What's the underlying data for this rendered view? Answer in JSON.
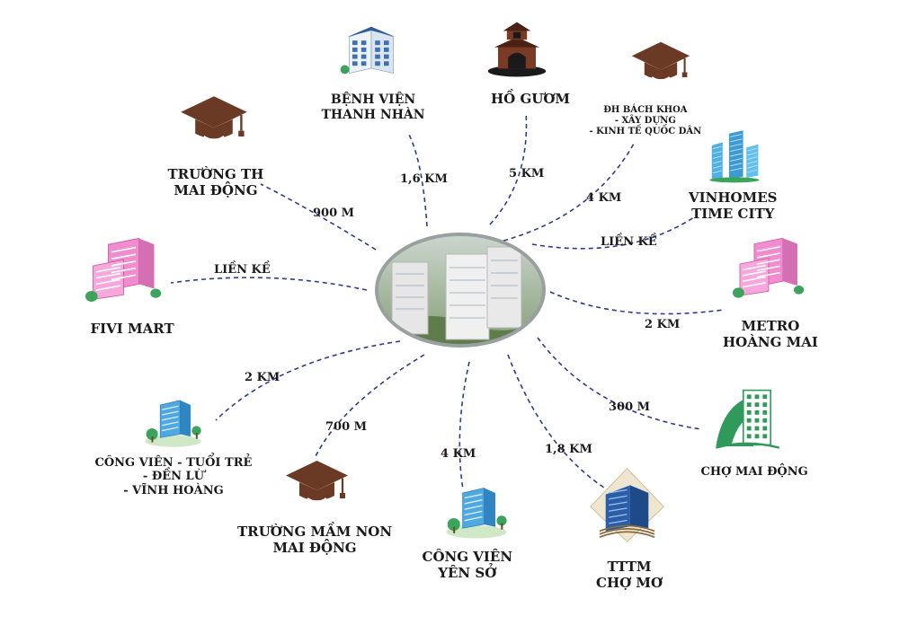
{
  "colors": {
    "connector": "#2f3a8f",
    "cap": "#6b3a24",
    "pink": "#f08ccf",
    "blue": "#4fa8e0",
    "green": "#3aa55a"
  },
  "places": [
    {
      "id": "benh-vien",
      "icon": "hospital-building-icon",
      "lines": [
        "BỆNH VIỆN",
        "THANH NHÀN"
      ],
      "distance": "1,6 KM"
    },
    {
      "id": "ho-guom",
      "icon": "temple-icon",
      "lines": [
        "HỒ GƯƠM"
      ],
      "distance": "5 KM"
    },
    {
      "id": "dh-bach-khoa",
      "icon": "graduation-cap-icon",
      "lines": [
        "ĐH BÁCH KHOA",
        "- XÂY DỰNG",
        "- KINH TẾ QUỐC DÂN"
      ],
      "distance": "4 KM"
    },
    {
      "id": "vinhomes",
      "icon": "skyscraper-icon",
      "lines": [
        "VINHOMES",
        "TIME CITY"
      ],
      "distance": "LIỀN KỀ"
    },
    {
      "id": "metro",
      "icon": "pink-building-icon",
      "lines": [
        "METRO",
        "HOÀNG MAI"
      ],
      "distance": "2 KM"
    },
    {
      "id": "cho-mai-dong",
      "icon": "market-building-icon",
      "lines": [
        "CHỢ MAI ĐỘNG"
      ],
      "distance": "300 M"
    },
    {
      "id": "tttm",
      "icon": "mall-building-icon",
      "lines": [
        "TTTM",
        "CHỢ MƠ"
      ],
      "distance": "1,8 KM"
    },
    {
      "id": "cong-vien-yen-so",
      "icon": "park-building-icon",
      "lines": [
        "CÔNG VIÊN",
        "YÊN SỞ"
      ],
      "distance": "4 KM"
    },
    {
      "id": "truong-mam-non",
      "icon": "graduation-cap-icon",
      "lines": [
        "TRƯỜNG MẦM NON",
        "MAI ĐỘNG"
      ],
      "distance": "700 M"
    },
    {
      "id": "cong-vien-tuoi-tre",
      "icon": "park-building-icon",
      "lines": [
        "CÔNG VIÊN - TUỔI TRẺ",
        "- ĐỀN LỪ",
        "- VĨNH HOÀNG"
      ],
      "distance": "2 KM"
    },
    {
      "id": "fivi-mart",
      "icon": "pink-building-icon",
      "lines": [
        "FIVI MART"
      ],
      "distance": "LIỀN KỀ"
    },
    {
      "id": "truong-th",
      "icon": "graduation-cap-icon",
      "lines": [
        "TRƯỜNG TH",
        "MAI ĐỘNG"
      ],
      "distance": "900 M"
    }
  ]
}
